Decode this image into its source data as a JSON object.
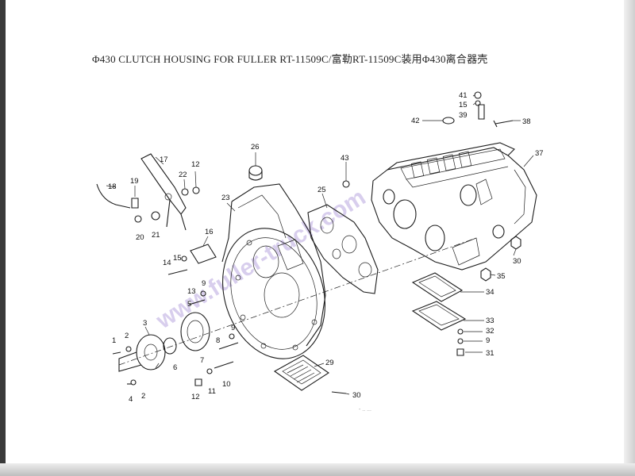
{
  "title": "Φ430 CLUTCH HOUSING FOR FULLER RT-11509C/富勒RT-11509C装用Φ430离合器壳",
  "watermark": "www.fuller-truck.com",
  "footer_note": "- .. ...",
  "colors": {
    "ink": "#1c1c1c",
    "watermark": "#b9a7e0",
    "paper": "#ffffff"
  },
  "callouts": [
    {
      "id": "p1",
      "text": "1"
    },
    {
      "id": "p2a",
      "text": "2"
    },
    {
      "id": "p2b",
      "text": "2"
    },
    {
      "id": "p3",
      "text": "3"
    },
    {
      "id": "p4",
      "text": "4"
    },
    {
      "id": "p5",
      "text": "5"
    },
    {
      "id": "p6",
      "text": "6"
    },
    {
      "id": "p7",
      "text": "7"
    },
    {
      "id": "p8",
      "text": "8"
    },
    {
      "id": "p9a",
      "text": "9"
    },
    {
      "id": "p9b",
      "text": "9"
    },
    {
      "id": "p9c",
      "text": "9"
    },
    {
      "id": "p10",
      "text": "10"
    },
    {
      "id": "p11",
      "text": "11"
    },
    {
      "id": "p12a",
      "text": "12"
    },
    {
      "id": "p12b",
      "text": "12"
    },
    {
      "id": "p13",
      "text": "13"
    },
    {
      "id": "p14",
      "text": "14"
    },
    {
      "id": "p15a",
      "text": "15"
    },
    {
      "id": "p15b",
      "text": "15"
    },
    {
      "id": "p16",
      "text": "16"
    },
    {
      "id": "p17",
      "text": "17"
    },
    {
      "id": "p18",
      "text": "18"
    },
    {
      "id": "p19",
      "text": "19"
    },
    {
      "id": "p20",
      "text": "20"
    },
    {
      "id": "p21",
      "text": "21"
    },
    {
      "id": "p22",
      "text": "22"
    },
    {
      "id": "p23",
      "text": "23"
    },
    {
      "id": "p25",
      "text": "25"
    },
    {
      "id": "p26",
      "text": "26"
    },
    {
      "id": "p29",
      "text": "29"
    },
    {
      "id": "p30a",
      "text": "30"
    },
    {
      "id": "p30b",
      "text": "30"
    },
    {
      "id": "p31",
      "text": "31"
    },
    {
      "id": "p32",
      "text": "32"
    },
    {
      "id": "p33",
      "text": "33"
    },
    {
      "id": "p34",
      "text": "34"
    },
    {
      "id": "p35",
      "text": "35"
    },
    {
      "id": "p37",
      "text": "37"
    },
    {
      "id": "p38",
      "text": "38"
    },
    {
      "id": "p39",
      "text": "39"
    },
    {
      "id": "p41",
      "text": "41"
    },
    {
      "id": "p42",
      "text": "42"
    },
    {
      "id": "p43",
      "text": "43"
    }
  ]
}
